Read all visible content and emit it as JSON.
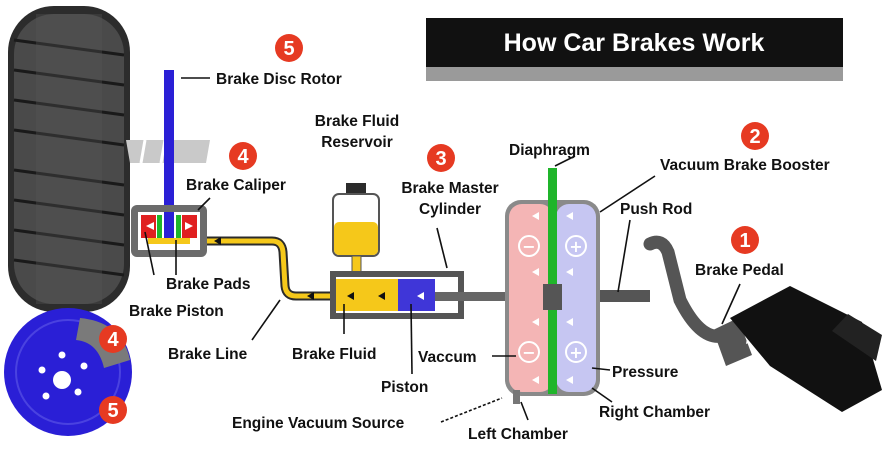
{
  "title": "How Car Brakes Work",
  "labels": {
    "disc_rotor": "Brake Disc Rotor",
    "caliper": "Brake Caliper",
    "pads": "Brake Pads",
    "piston_brake": "Brake Piston",
    "brake_line": "Brake Line",
    "reservoir_1": "Brake Fluid",
    "reservoir_2": "Reservoir",
    "master_1": "Brake Master",
    "master_2": "Cylinder",
    "brake_fluid": "Brake Fluid",
    "piston": "Piston",
    "diaphragm": "Diaphragm",
    "booster": "Vacuum Brake Booster",
    "push_rod": "Push Rod",
    "pedal": "Brake Pedal",
    "vaccum": "Vaccum",
    "pressure": "Pressure",
    "right_chamber": "Right Chamber",
    "left_chamber": "Left Chamber",
    "engine_vacuum": "Engine Vacuum Source"
  },
  "badges": {
    "b1": "1",
    "b2": "2",
    "b3": "3",
    "b4": "4",
    "b5": "5",
    "disc4": "4",
    "disc5": "5"
  },
  "signs": {
    "minus": "−",
    "plus": "+"
  },
  "colors": {
    "badge": "#e63a22",
    "rotor": "#2a1fd6",
    "fluid": "#f5c81a",
    "piston": "#3f36d8",
    "left_chamber": "#f4b5b5",
    "right_chamber": "#c6c6f2",
    "diaphragm": "#1fb52a",
    "caliper": "#6b6b6b",
    "title_bg": "#111111",
    "title_bar": "#9a9a9a"
  }
}
